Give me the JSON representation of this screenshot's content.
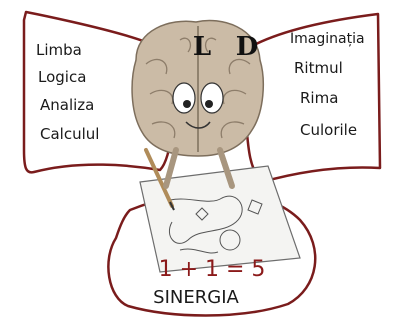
{
  "left_hemisphere": {
    "letter": "L",
    "items": [
      "Limba",
      "Logica",
      "Analiza",
      "Calculul"
    ]
  },
  "right_hemisphere": {
    "letter": "D",
    "items": [
      "Imaginația",
      "Ritmul",
      "Rima",
      "Culorile"
    ]
  },
  "formula": {
    "equation": "1 + 1 = 5",
    "caption": "SINERGIA"
  },
  "colors": {
    "outline": "#7a1c1c",
    "equation": "#8b1a1a",
    "brain": "#c9b8a3",
    "text": "#1a1a1a"
  }
}
